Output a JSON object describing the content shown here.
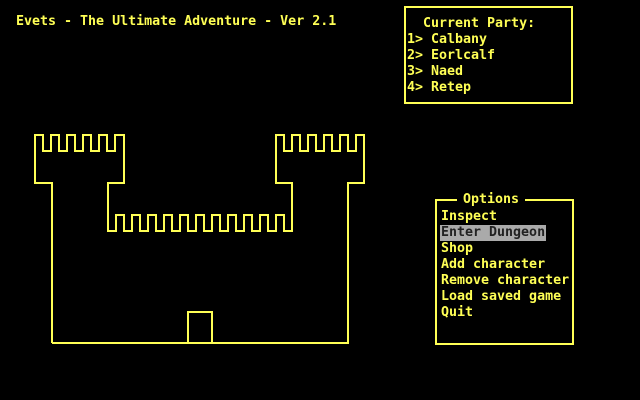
{
  "title": "Evets - The Ultimate Adventure - Ver 2.1",
  "party": {
    "heading": "Current Party:",
    "members": [
      "1> Calbany",
      "2> Eorlcalf",
      "3> Naed",
      "4> Retep"
    ]
  },
  "options": {
    "heading": "Options",
    "items": [
      "Inspect",
      "Enter Dungeon",
      "Shop",
      "Add character",
      "Remove character",
      "Load saved game",
      "Quit"
    ],
    "selected_index": 1
  },
  "colors": {
    "foreground": "#ffff55",
    "background": "#000000",
    "highlight": "#aaaaaa"
  }
}
